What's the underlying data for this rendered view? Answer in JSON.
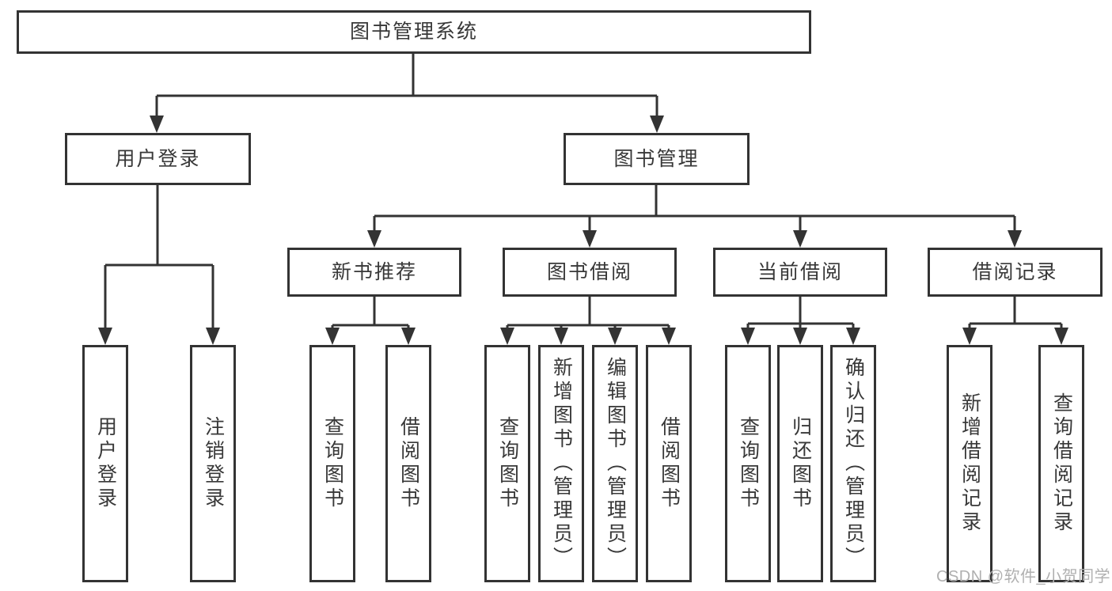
{
  "diagram": {
    "root": {
      "label": "图书管理系统"
    },
    "level2": [
      {
        "label": "用户登录"
      },
      {
        "label": "图书管理"
      }
    ],
    "level3": [
      {
        "label": "新书推荐"
      },
      {
        "label": "图书借阅"
      },
      {
        "label": "当前借阅"
      },
      {
        "label": "借阅记录"
      }
    ],
    "leaves": {
      "user_login": [
        "用户登录",
        "注销登录"
      ],
      "new_book_recommendation": [
        "查询图书",
        "借阅图书"
      ],
      "book_borrowing": [
        "查询图书",
        "新增图书（管理员）",
        "编辑图书（管理员）",
        "借阅图书"
      ],
      "current_borrowing": [
        "查询图书",
        "归还图书",
        "确认归还（管理员）"
      ],
      "borrowing_records": [
        "新增借阅记录",
        "查询借阅记录"
      ]
    }
  },
  "watermark": "CSDN @软件_小贺同学",
  "colors": {
    "line": "#333333",
    "text": "#383838",
    "background": "#ffffff",
    "box_background": "#ffffff",
    "watermark": "#b0b0b0"
  }
}
